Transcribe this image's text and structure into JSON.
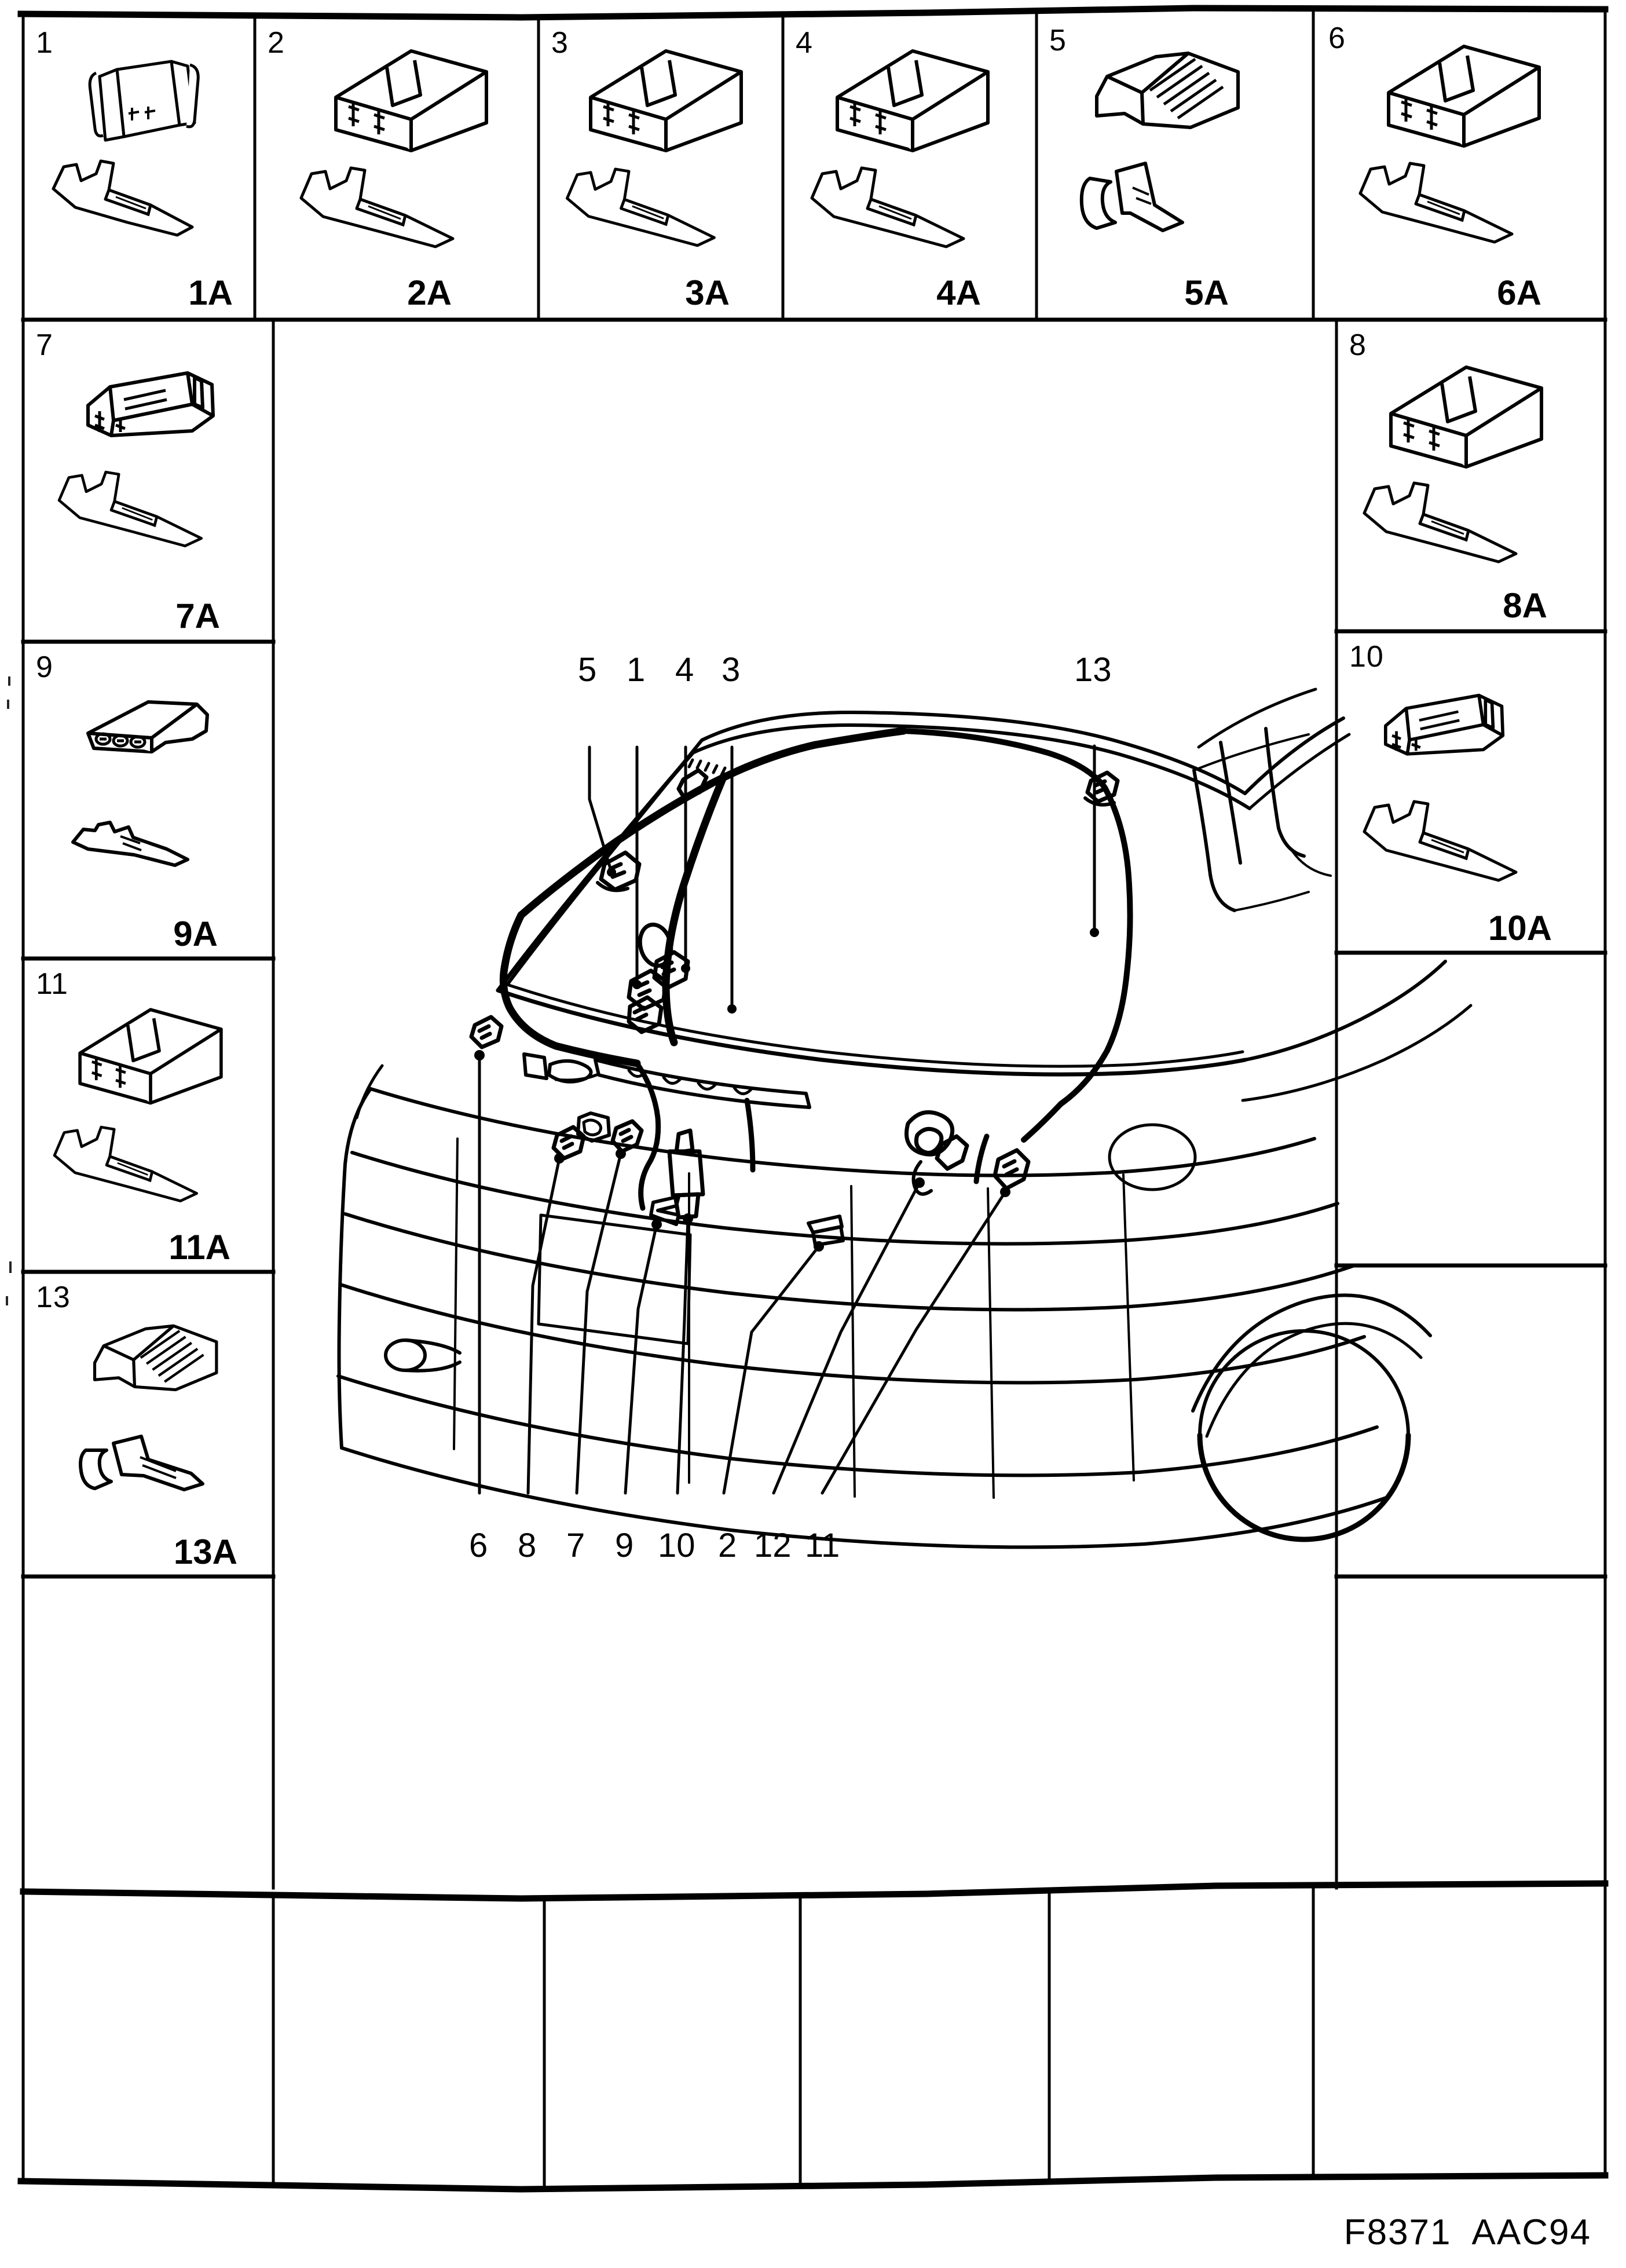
{
  "document": {
    "type": "automotive-parts-illustration",
    "footer_code": "F8371  AAC94",
    "ink_color": "#000000",
    "background_color": "#ffffff"
  },
  "parts_panels": [
    {
      "number": "1",
      "label": "1A",
      "connector": "2-way-connector-housing",
      "terminal": "blade-terminal"
    },
    {
      "number": "2",
      "label": "2A",
      "connector": "4-way-connector-housing",
      "terminal": "blade-terminal"
    },
    {
      "number": "3",
      "label": "3A",
      "connector": "4-way-connector-housing",
      "terminal": "blade-terminal"
    },
    {
      "number": "4",
      "label": "4A",
      "connector": "4-way-connector-housing",
      "terminal": "blade-terminal"
    },
    {
      "number": "5",
      "label": "5A",
      "connector": "ribbed-cover-block",
      "terminal": "folded-clip-terminal"
    },
    {
      "number": "6",
      "label": "6A",
      "connector": "4-way-connector-housing",
      "terminal": "blade-terminal"
    },
    {
      "number": "7",
      "label": "7A",
      "connector": "flat-slotted-housing",
      "terminal": "blade-terminal"
    },
    {
      "number": "8",
      "label": "8A",
      "connector": "4-way-connector-housing",
      "terminal": "blade-terminal"
    },
    {
      "number": "9",
      "label": "9A",
      "connector": "3-way-flat-housing",
      "terminal": "small-blade-terminal"
    },
    {
      "number": "10",
      "label": "10A",
      "connector": "flat-slotted-housing",
      "terminal": "blade-terminal"
    },
    {
      "number": "11",
      "label": "11A",
      "connector": "4-way-connector-housing",
      "terminal": "blade-terminal"
    },
    {
      "number": "13",
      "label": "13A",
      "connector": "ribbed-cover-block",
      "terminal": "folded-clip-terminal"
    }
  ],
  "illustration": {
    "subject": "car-rear-three-quarter-view",
    "description": "rear hatch / tailgate wiring harness routing",
    "callouts_top": [
      {
        "id": "5",
        "position": "top-left"
      },
      {
        "id": "1",
        "position": "top-left"
      },
      {
        "id": "4",
        "position": "top-center-left"
      },
      {
        "id": "3",
        "position": "top-center"
      },
      {
        "id": "13",
        "position": "top-right"
      }
    ],
    "callouts_bottom": [
      {
        "id": "6"
      },
      {
        "id": "8"
      },
      {
        "id": "7"
      },
      {
        "id": "9"
      },
      {
        "id": "10"
      },
      {
        "id": "2"
      },
      {
        "id": "12"
      },
      {
        "id": "11"
      }
    ]
  }
}
